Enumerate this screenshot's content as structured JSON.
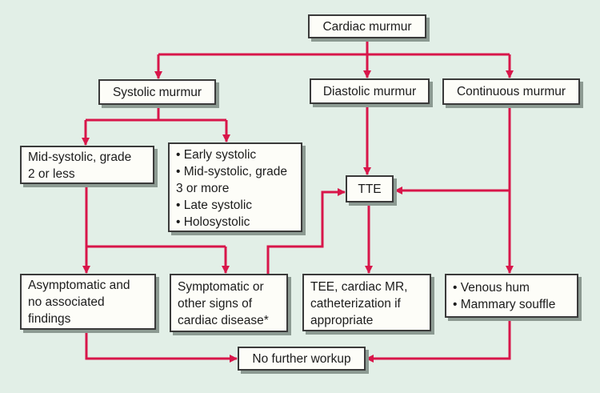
{
  "colors": {
    "background": "#e2efe7",
    "arrow": "#d8164a",
    "box_border": "#3a3a3a",
    "box_fill": "#fdfdf8",
    "box_shadow": "#8c9a92",
    "text": "#1c1c1c"
  },
  "nodes": {
    "cardiac_murmur": {
      "label": "Cardiac murmur"
    },
    "systolic_murmur": {
      "label": "Systolic murmur"
    },
    "diastolic_murmur": {
      "label": "Diastolic murmur"
    },
    "continuous_murmur": {
      "label": "Continuous murmur"
    },
    "mid_systolic_grade2": {
      "lines": [
        "Mid-systolic, grade",
        "2 or less"
      ]
    },
    "other_systolic": {
      "lines": [
        "• Early systolic",
        "• Mid-systolic, grade",
        "3 or more",
        "• Late systolic",
        "• Holosystolic"
      ]
    },
    "tte": {
      "label": "TTE"
    },
    "asymptomatic": {
      "lines": [
        "Asymptomatic and",
        "no associated",
        "findings"
      ]
    },
    "symptomatic": {
      "lines": [
        "Symptomatic or",
        "other signs of",
        "cardiac disease*"
      ]
    },
    "advanced_imaging": {
      "lines": [
        "TEE, cardiac MR,",
        "catheterization if",
        "appropriate"
      ]
    },
    "benign_continuous": {
      "lines": [
        "• Venous hum",
        "• Mammary souffle"
      ]
    },
    "no_further_workup": {
      "label": "No further workup"
    }
  }
}
